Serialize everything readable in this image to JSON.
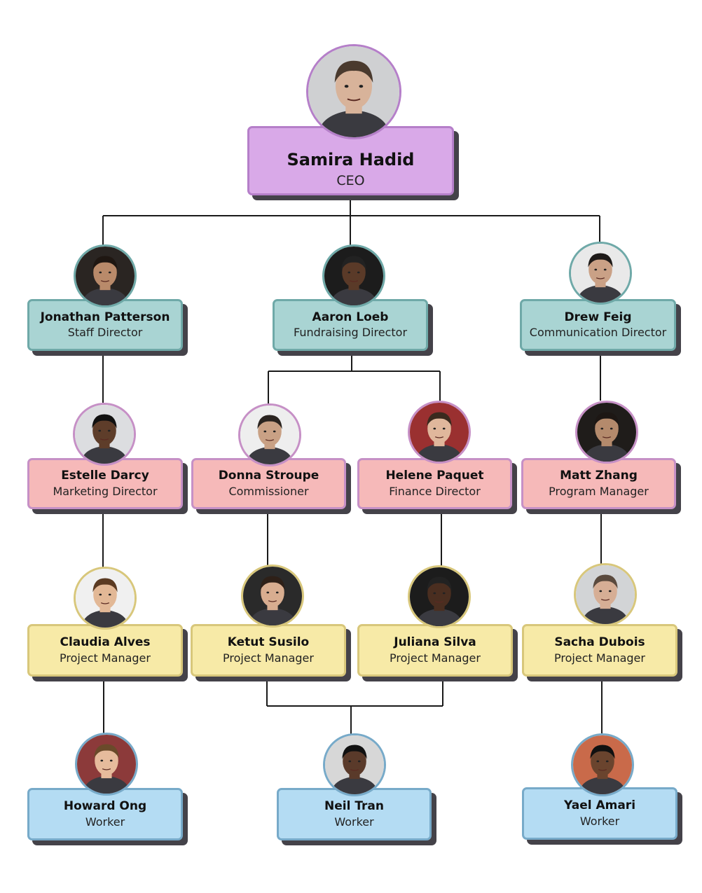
{
  "colors": {
    "ceo_fill": "#d9a9e8",
    "director_fill": "#a9d4d3",
    "manager_fill": "#f6b9b9",
    "project_manager_fill": "#f7eaa7",
    "worker_fill": "#b4dcf3",
    "connector": "#1a1a1a"
  },
  "people": [
    {
      "id": "samira",
      "name": "Samira Hadid",
      "role": "CEO",
      "level": 0,
      "icon": "person-photo-icon"
    },
    {
      "id": "jonathan",
      "name": "Jonathan Patterson",
      "role": "Staff Director",
      "level": 1,
      "parent": "samira",
      "icon": "person-photo-icon"
    },
    {
      "id": "aaron",
      "name": "Aaron Loeb",
      "role": "Fundraising Director",
      "level": 1,
      "parent": "samira",
      "icon": "person-photo-icon"
    },
    {
      "id": "drew",
      "name": "Drew Feig",
      "role": "Communication Director",
      "level": 1,
      "parent": "samira",
      "icon": "person-photo-icon"
    },
    {
      "id": "estelle",
      "name": "Estelle Darcy",
      "role": "Marketing Director",
      "level": 2,
      "parent": "jonathan",
      "icon": "person-photo-icon"
    },
    {
      "id": "donna",
      "name": "Donna Stroupe",
      "role": "Commissioner",
      "level": 2,
      "parent": "aaron",
      "icon": "person-photo-icon"
    },
    {
      "id": "helene",
      "name": "Helene Paquet",
      "role": "Finance Director",
      "level": 2,
      "parent": "aaron",
      "icon": "person-photo-icon"
    },
    {
      "id": "matt",
      "name": "Matt Zhang",
      "role": "Program Manager",
      "level": 2,
      "parent": "drew",
      "icon": "person-photo-icon"
    },
    {
      "id": "claudia",
      "name": "Claudia Alves",
      "role": "Project Manager",
      "level": 3,
      "parent": "estelle",
      "icon": "person-photo-icon"
    },
    {
      "id": "ketut",
      "name": "Ketut Susilo",
      "role": "Project Manager",
      "level": 3,
      "parent": "donna",
      "icon": "person-photo-icon"
    },
    {
      "id": "juliana",
      "name": "Juliana Silva",
      "role": "Project Manager",
      "level": 3,
      "parent": "helene",
      "icon": "person-photo-icon"
    },
    {
      "id": "sacha",
      "name": "Sacha Dubois",
      "role": "Project Manager",
      "level": 3,
      "parent": "matt",
      "icon": "person-photo-icon"
    },
    {
      "id": "howard",
      "name": "Howard Ong",
      "role": "Worker",
      "level": 4,
      "parent": "claudia",
      "icon": "person-photo-icon"
    },
    {
      "id": "neil",
      "name": "Neil Tran",
      "role": "Worker",
      "level": 4,
      "parent": "ketut",
      "icon": "person-photo-icon"
    },
    {
      "id": "yael",
      "name": "Yael Amari",
      "role": "Worker",
      "level": 4,
      "parent": "sacha",
      "icon": "person-photo-icon"
    }
  ]
}
